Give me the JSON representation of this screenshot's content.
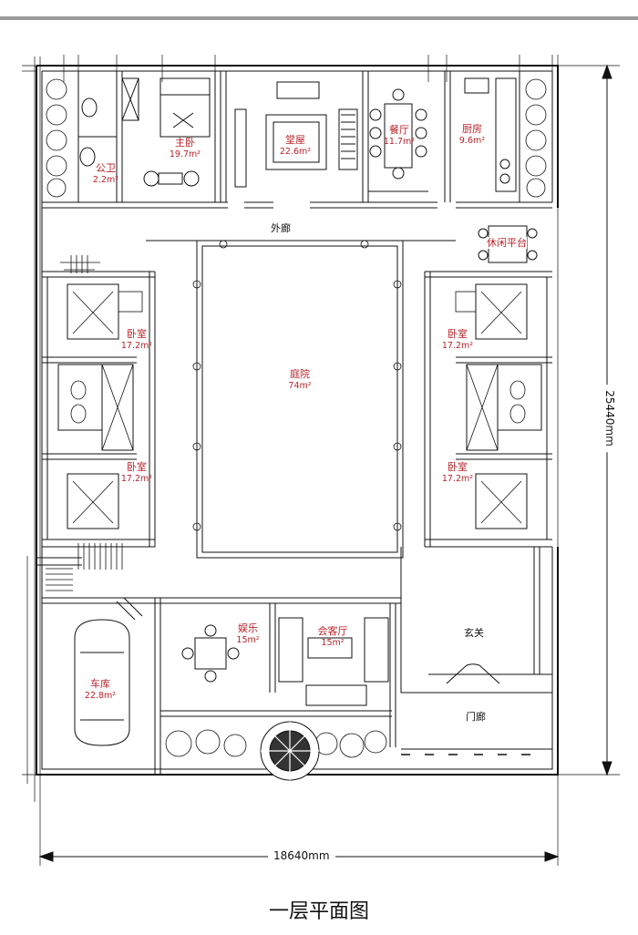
{
  "rooms": [
    {
      "name": "主卧",
      "area": "19.7m²"
    },
    {
      "name": "堂屋",
      "area": "22.6m²"
    },
    {
      "name": "餐厅",
      "area": "11.7m²"
    },
    {
      "name": "厨房",
      "area": "9.6m²"
    },
    {
      "name": "公卫",
      "area": "2.2m²"
    },
    {
      "name": "外廊",
      "area": ""
    },
    {
      "name": "休闲平台",
      "area": ""
    },
    {
      "name": "卧室",
      "area": "17.2m²"
    },
    {
      "name": "卧室",
      "area": "17.2m²"
    },
    {
      "name": "庭院",
      "area": "74m²"
    },
    {
      "name": "卧室",
      "area": "17.2m²"
    },
    {
      "name": "卧室",
      "area": "17.2m²"
    },
    {
      "name": "娱乐",
      "area": "15m²"
    },
    {
      "name": "会客厅",
      "area": "15m²"
    },
    {
      "name": "玄关",
      "area": ""
    },
    {
      "name": "车库",
      "area": "22.8m²"
    },
    {
      "name": "门廊",
      "area": ""
    }
  ],
  "dimensions": {
    "width": "18640mm",
    "height": "25440mm"
  },
  "title": "一层平面图"
}
